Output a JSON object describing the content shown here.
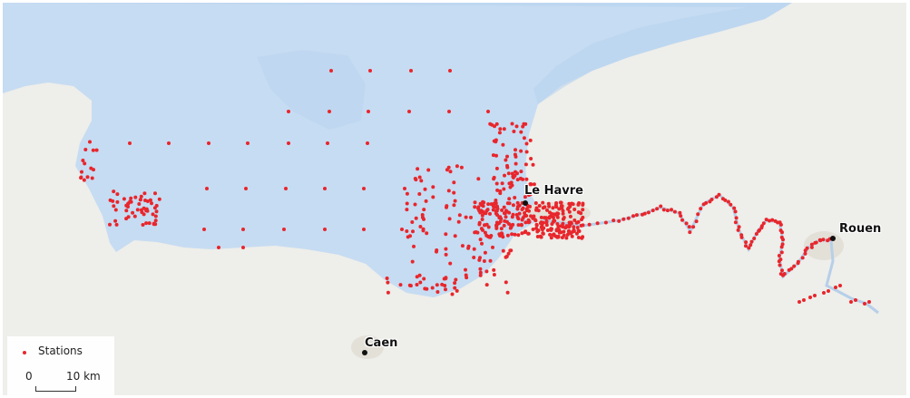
{
  "map": {
    "colors": {
      "land": "#eeeeea",
      "sea": "#c6dcf2",
      "sea_deep": "#b9d3ef",
      "river": "#b6cfe9",
      "urban": "#e3e0d8",
      "stations": "#e8262c",
      "city_dot": "#111111"
    },
    "cities": [
      {
        "name": "Le Havre",
        "label": "Le Havre"
      },
      {
        "name": "Rouen",
        "label": "Rouen"
      },
      {
        "name": "Caen",
        "label": "Caen"
      }
    ],
    "legend": {
      "stations_label": "Stations",
      "scale_start": "0",
      "scale_end": "10 km"
    }
  }
}
